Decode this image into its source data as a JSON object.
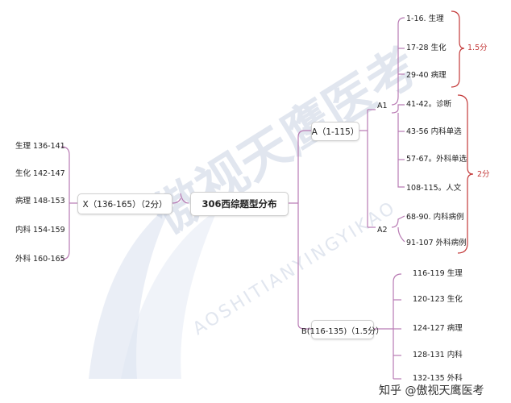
{
  "center": "306西综题型分布",
  "x_node": "X（136-165）（2分）",
  "x_items": [
    "生理 136-141",
    "生化 142-147",
    "病理 148-153",
    "内科 154-159",
    "外科 160-165"
  ],
  "a_node": "A（1-115）",
  "a1_label": "A1",
  "a2_label": "A2",
  "a1_top_items": [
    "1-16. 生理",
    "17-28 生化",
    "29-40 病理"
  ],
  "a1_bottom_items": [
    "41-42。诊断",
    "43-56 内科单选",
    "57-67。外科单选",
    "108-115。人文"
  ],
  "a2_items": [
    "68-90. 内科病例",
    "91-107 外科病例"
  ],
  "score_15": "1.5分",
  "score_2": "2分",
  "b_node": "B(116-135)（1.5分）",
  "b_items": [
    "116-119 生理",
    "120-123 生化",
    "124-127 病理",
    "128-131 内科",
    "132-135 外科"
  ],
  "watermark_cn": "傲视天鹰医考",
  "watermark_en": "AOSHITIANYINGYIKAO",
  "footer": "知乎 @傲视天鹰医考"
}
